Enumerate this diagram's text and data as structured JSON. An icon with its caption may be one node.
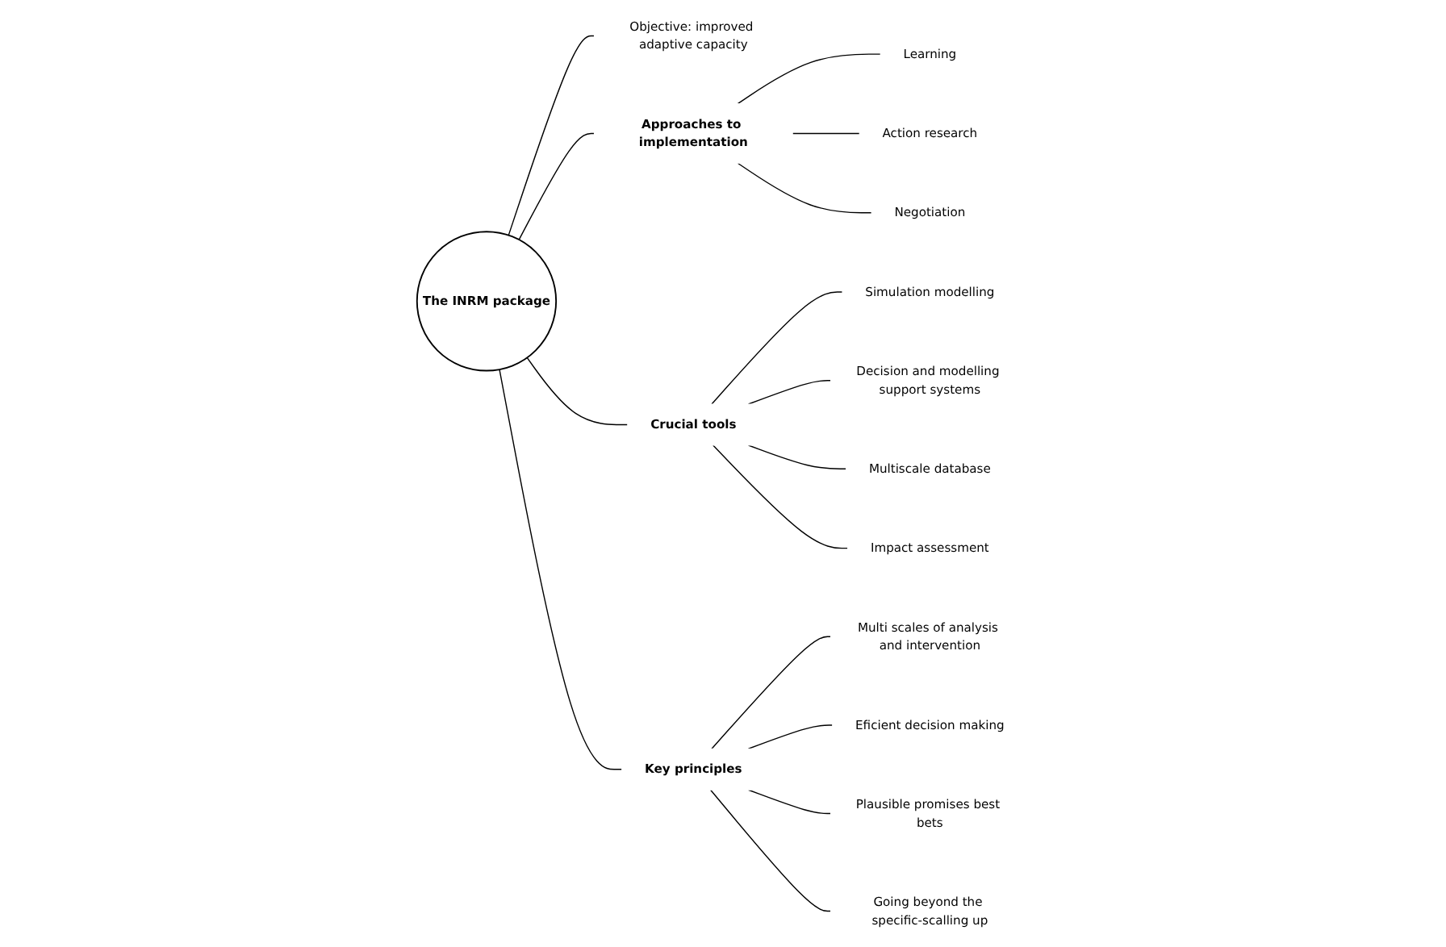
{
  "diagram": {
    "nodes": [
      {
        "text": [
          "The INRM package"
        ]
      },
      {
        "text": [
          "Objective: improved adaptive capacity"
        ]
      },
      {
        "text": [
          "Approaches to implementation"
        ]
      },
      {
        "text": [
          "Learning"
        ]
      },
      {
        "text": [
          "Action research"
        ]
      },
      {
        "text": [
          "Negotiation"
        ]
      },
      {
        "text": [
          "Crucial tools"
        ]
      },
      {
        "text": [
          "Simulation modelling"
        ]
      },
      {
        "text": [
          "Decision and modelling support systems"
        ]
      },
      {
        "text": [
          "Multiscale database"
        ]
      },
      {
        "text": [
          "Impact assessment"
        ]
      },
      {
        "text": [
          "Key principles"
        ]
      },
      {
        "text": [
          "Multi scales of analysis and intervention"
        ]
      },
      {
        "text": [
          "Eficient decision making"
        ]
      },
      {
        "text": [
          "Plausible promises best bets"
        ]
      },
      {
        "text": [
          "Going beyond the specific-scalling up"
        ]
      }
    ],
    "edges": [
      {
        "from": 0,
        "to": 1,
        "arrow": "none"
      },
      {
        "from": 0,
        "to": 2,
        "arrow": "none"
      },
      {
        "from": 2,
        "to": 3,
        "arrow": "none"
      },
      {
        "from": 2,
        "to": 4,
        "arrow": "none"
      },
      {
        "from": 2,
        "to": 5,
        "arrow": "none"
      },
      {
        "from": 0,
        "to": 6,
        "arrow": "none"
      },
      {
        "from": 6,
        "to": 7,
        "arrow": "none"
      },
      {
        "from": 6,
        "to": 8,
        "arrow": "none"
      },
      {
        "from": 6,
        "to": 9,
        "arrow": "none"
      },
      {
        "from": 6,
        "to": 10,
        "arrow": "none"
      },
      {
        "from": 0,
        "to": 11,
        "arrow": "none"
      },
      {
        "from": 11,
        "to": 12,
        "arrow": "none"
      },
      {
        "from": 11,
        "to": 13,
        "arrow": "none"
      },
      {
        "from": 11,
        "to": 14,
        "arrow": "none"
      },
      {
        "from": 11,
        "to": 15,
        "arrow": "none"
      }
    ]
  }
}
